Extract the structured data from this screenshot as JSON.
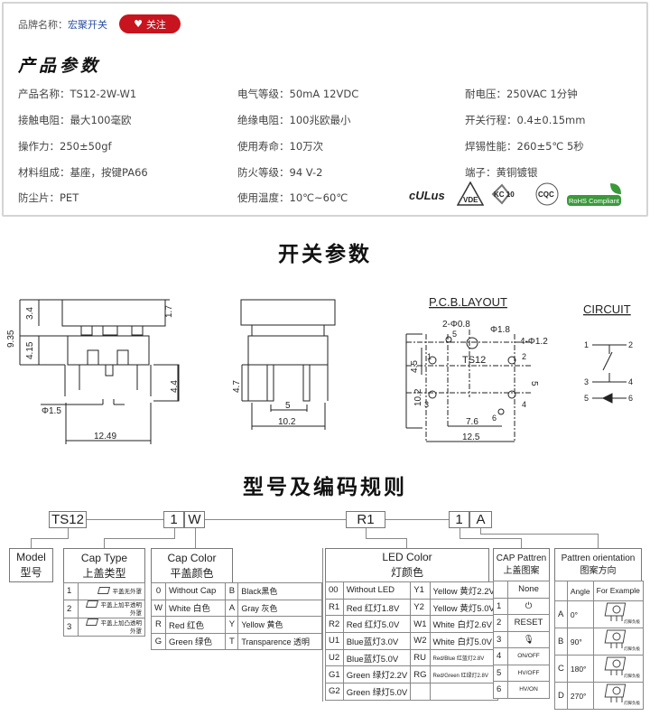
{
  "brand": {
    "label": "品牌名称：",
    "value": "宏聚开关",
    "follow": "关注",
    "follow_icon": "heart-icon",
    "follow_color": "#c8141e"
  },
  "params": {
    "title": "产品参数",
    "items": [
      [
        "产品名称：TS12-2W-W1",
        "电气等级：50mA  12VDC",
        "耐电压：250VAC  1分钟"
      ],
      [
        "接触电阻：最大100毫欧",
        "绝缘电阻：100兆欧最小",
        "开关行程：0.4±0.15mm"
      ],
      [
        "操作力：250±50gf",
        "使用寿命：10万次",
        "焊锡性能：260±5℃  5秒"
      ],
      [
        "材料组成：基座，按键PA66",
        "防火等级：94 V-2",
        "端子：黄铜镀银"
      ],
      [
        "防尘片：PET",
        "使用温度：10℃~60℃"
      ]
    ],
    "certs": [
      "cULus",
      "VDE",
      "KC 10",
      "CQC",
      "RoHS Compliant"
    ]
  },
  "switch": {
    "title": "开关参数",
    "side": {
      "d1": "3.4",
      "d2": "9.35",
      "d3": "4.15",
      "d4": "1.7",
      "d5": "4.4",
      "d6": "Φ1.5",
      "d7": "12.49"
    },
    "front": {
      "d1": "4.7",
      "d2": "5",
      "d3": "10.2"
    },
    "pcb": {
      "title": "P.C.B.LAYOUT",
      "a": "2-Φ0.8",
      "b": "Φ1.8",
      "c": "4-Φ1.2",
      "d": "TS12",
      "e": "4.5",
      "f": "10.2",
      "g": "5",
      "h": "7.6",
      "i": "12.5",
      "pins": [
        "1",
        "2",
        "3",
        "4",
        "5",
        "6"
      ]
    },
    "circuit": {
      "title": "CIRCUIT",
      "pins": [
        "1",
        "2",
        "3",
        "4",
        "5",
        "6"
      ]
    }
  },
  "coding": {
    "title": "型号及编码规则",
    "codes": [
      "TS12",
      "1",
      "W",
      "R1",
      "1",
      "A"
    ],
    "model": {
      "en": "Model",
      "zh": "型号"
    },
    "cap_type": {
      "en": "Cap Type",
      "zh": "上盖类型",
      "rows": [
        [
          "1",
          "平盖无外罩"
        ],
        [
          "2",
          "平盖上加平透明外罩"
        ],
        [
          "3",
          "平盖上加凸透明外罩"
        ]
      ]
    },
    "cap_color": {
      "en": "Cap Color",
      "zh": "平盖颜色",
      "rows": [
        [
          "0",
          "Without Cap",
          "B",
          "Black黑色"
        ],
        [
          "W",
          "White 白色",
          "A",
          "Gray 灰色"
        ],
        [
          "R",
          "Red 红色",
          "Y",
          "Yellow 黄色"
        ],
        [
          "G",
          "Green 绿色",
          "T",
          "Transparence 透明"
        ]
      ]
    },
    "led": {
      "en": "LED Color",
      "zh": "灯颜色",
      "rows": [
        [
          "00",
          "Without LED",
          "Y1",
          "Yellow 黄灯2.2V"
        ],
        [
          "R1",
          "Red 红灯1.8V",
          "Y2",
          "Yellow 黄灯5.0V"
        ],
        [
          "R2",
          "Red 红灯5.0V",
          "W1",
          "White 白灯2.6V"
        ],
        [
          "U1",
          "Blue蓝灯3.0V",
          "W2",
          "White 白灯5.0V"
        ],
        [
          "U2",
          "Blue蓝灯5.0V",
          "RU",
          "Red/Blue 红蓝灯2.8V"
        ],
        [
          "G1",
          "Green 绿灯2.2V",
          "RG",
          "Red/Green 红绿灯2.8V"
        ],
        [
          "G2",
          "Green 绿灯5.0V",
          "",
          ""
        ]
      ]
    },
    "pattern": {
      "en": "CAP Pattren",
      "zh": "上盖图案",
      "rows": [
        [
          "",
          "None"
        ],
        [
          "1",
          "⏻"
        ],
        [
          "2",
          "RESET"
        ],
        [
          "3",
          "🎙"
        ],
        [
          "4",
          "ON/OFF"
        ],
        [
          "5",
          "HV/OFF"
        ],
        [
          "6",
          "HV/ON"
        ]
      ]
    },
    "orient": {
      "en": "Pattren orientation",
      "zh": "图案方向",
      "h_angle": "Angle",
      "h_ex": "For Example",
      "rows": [
        [
          "A",
          "0°"
        ],
        [
          "B",
          "90°"
        ],
        [
          "C",
          "180°"
        ],
        [
          "D",
          "270°"
        ]
      ],
      "pin_label": "灯脚负极"
    }
  }
}
